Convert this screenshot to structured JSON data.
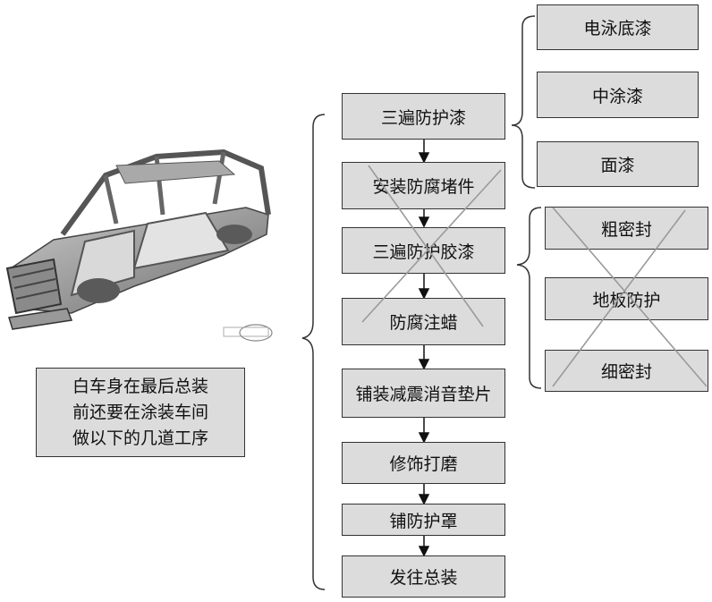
{
  "steps": [
    "三遍防护漆",
    "安装防腐堵件",
    "三遍防护胶漆",
    "防腐注蜡",
    "铺装减震消音垫片",
    "修饰打磨",
    "铺防护罩",
    "发往总装"
  ],
  "paint_layers": [
    "电泳底漆",
    "中涂漆",
    "面漆"
  ],
  "sealing_steps": [
    "粗密封",
    "地板防护",
    "细密封"
  ],
  "note_lines": [
    "白车身在最后总装",
    "前还要在涂装车间",
    "做以下的几道工序"
  ],
  "colors": {
    "box_fill": "#dcdcdc",
    "border": "#333333",
    "cross": "#999999"
  }
}
